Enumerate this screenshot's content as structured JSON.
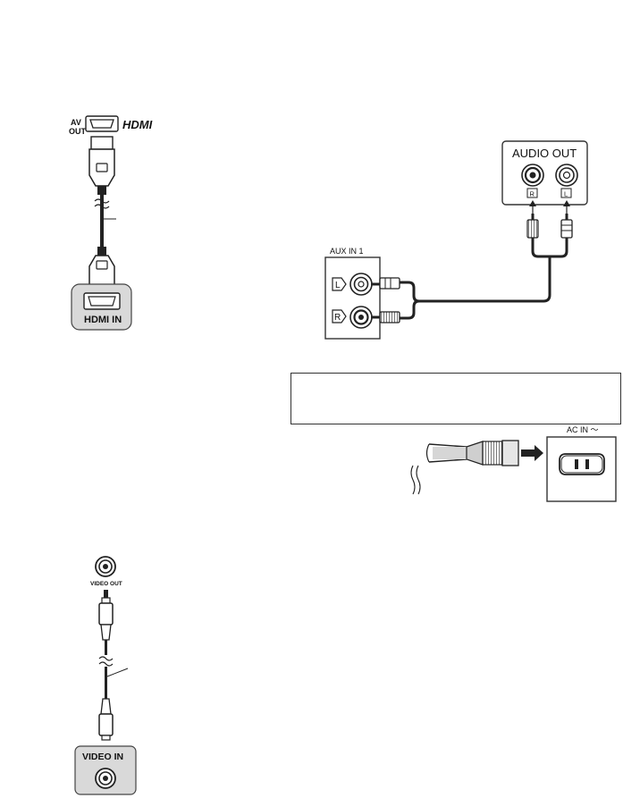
{
  "hdmi": {
    "source_port_line1": "AV",
    "source_port_line2": "OUT",
    "hdmi_logo": "HDMI",
    "tv_port_label": "HDMI IN"
  },
  "video": {
    "source_port_label": "VIDEO OUT",
    "tv_port_label": "VIDEO IN"
  },
  "audio": {
    "source_panel_label": "AUDIO OUT",
    "source_right_tag": "R",
    "source_left_tag": "L",
    "unit_panel_label": "AUX IN 1",
    "unit_left_tag": "L",
    "unit_right_tag": "R"
  },
  "notice_text": "",
  "power": {
    "inlet_label": "AC IN ～"
  }
}
